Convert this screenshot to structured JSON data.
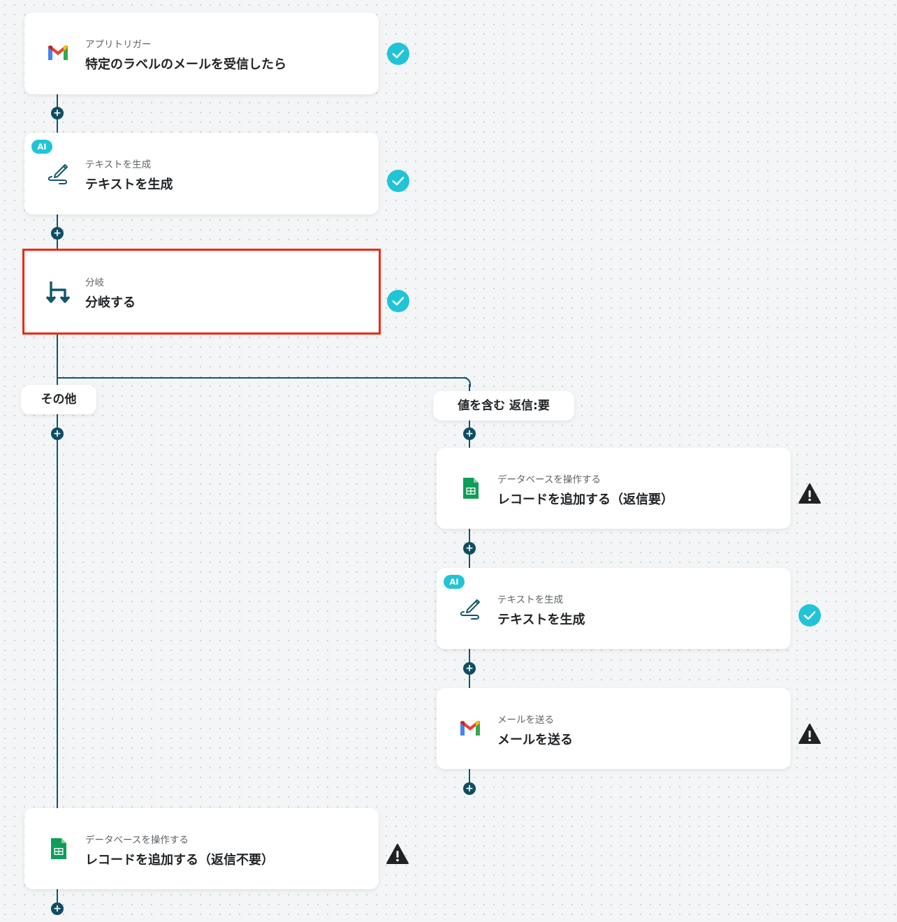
{
  "steps": [
    {
      "sub": "アプリトリガー",
      "main": "特定のラベルのメールを受信したら",
      "icon": "gmail-icon",
      "status": "done"
    },
    {
      "sub": "テキストを生成",
      "main": "テキストを生成",
      "icon": "pen-icon",
      "badge": "AI",
      "status": "done"
    },
    {
      "sub": "分岐",
      "main": "分岐する",
      "icon": "branch-icon",
      "status": "done",
      "selected": true
    },
    {
      "sub": "データベースを操作する",
      "main": "レコードを追加する（返信要）",
      "icon": "sheets-icon",
      "status": "warning"
    },
    {
      "sub": "テキストを生成",
      "main": "テキストを生成",
      "icon": "pen-icon",
      "badge": "AI",
      "status": "done"
    },
    {
      "sub": "メールを送る",
      "main": "メールを送る",
      "icon": "gmail-icon",
      "status": "warning"
    },
    {
      "sub": "データベースを操作する",
      "main": "レコードを追加する（返信不要）",
      "icon": "sheets-icon",
      "status": "warning"
    }
  ],
  "branches": {
    "other": "その他",
    "condition": "値を含む 返信:要"
  },
  "colors": {
    "line": "#13566b",
    "check": "#21c4d6",
    "warning": "#1f2326",
    "highlight": "#ee2a10"
  }
}
